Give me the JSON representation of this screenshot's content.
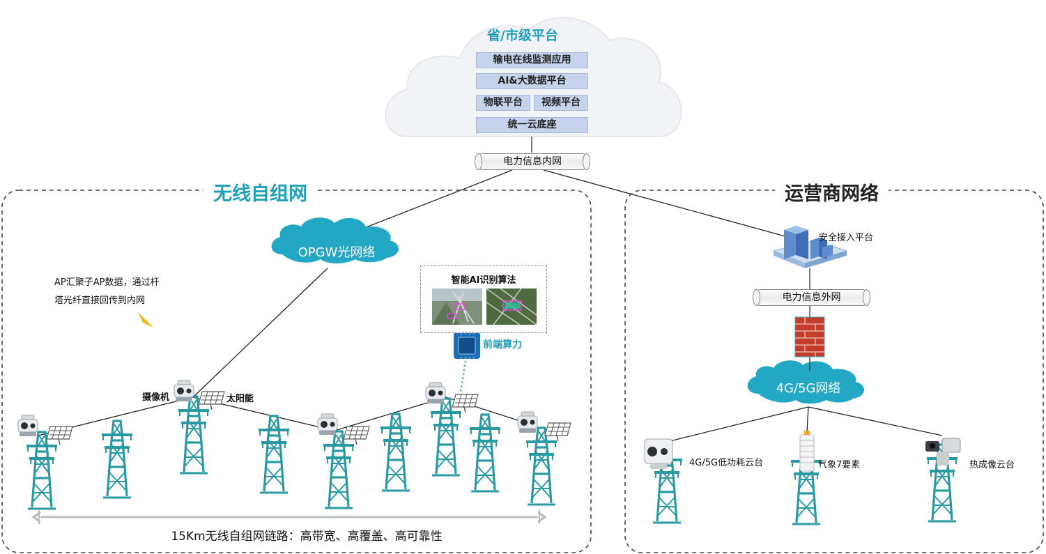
{
  "cloud": {
    "title": "省/市级平台",
    "layers": [
      "输电在线监测应用",
      "AI&大数据平台",
      "物联平台",
      "视频平台",
      "统一云底座"
    ]
  },
  "intranet_label": "电力信息内网",
  "left_section": {
    "title": "无线自组网",
    "opgw_label": "OPGW光网络",
    "note_line1": "AP汇聚子AP数据，通过杆",
    "note_line2": "塔光纤直接回传到内网",
    "camera_label": "摄像机",
    "solar_label": "太阳能",
    "ai_title": "智能AI识别算法",
    "edge_label": "前端算力",
    "link_caption": "15Km无线自组网链路：高带宽、高覆盖、高可靠性"
  },
  "right_section": {
    "title": "运营商网络",
    "secure_platform_label": "安全接入平台",
    "extranet_label": "电力信息外网",
    "cell_label": "4G/5G网络",
    "devices": [
      "4G/5G低功耗云台",
      "气象7要素",
      "热成像云台"
    ]
  },
  "colors": {
    "teal": "#1f9fb8",
    "tower": "#2a9aa2",
    "cloud_bg": "#f2f3f6",
    "layer_box": "#c7d3ec",
    "network_cloud": "#22a7c4",
    "firewall": "#c43d2a"
  }
}
